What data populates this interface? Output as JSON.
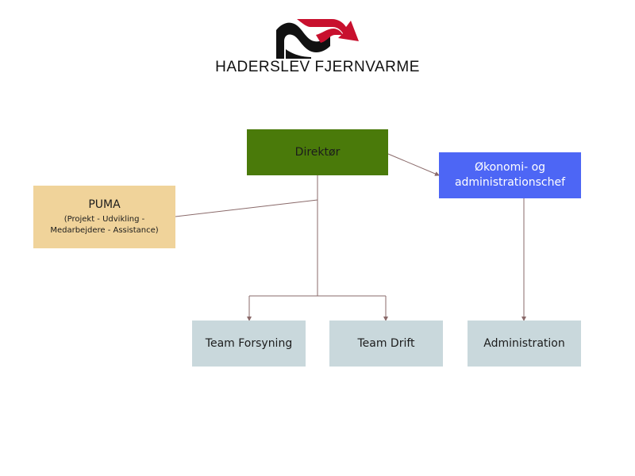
{
  "logo": {
    "text": "HADERSLEV FJERNVARME",
    "colors": {
      "dark": "#111111",
      "red": "#c8102e"
    }
  },
  "nodes": {
    "director": {
      "label": "Direktør",
      "color": "#4a7a0a"
    },
    "finance": {
      "label": "Økonomi- og administrationschef",
      "color": "#4d66f5"
    },
    "puma": {
      "label": "PUMA",
      "sublabel": "(Projekt - Udvikling - Medarbejdere - Assistance)",
      "color": "#f0d39a"
    },
    "team_forsyning": {
      "label": "Team Forsyning",
      "color": "#c9d8dc"
    },
    "team_drift": {
      "label": "Team Drift",
      "color": "#c9d8dc"
    },
    "administration": {
      "label": "Administration",
      "color": "#c9d8dc"
    }
  },
  "connector_color": "#8a6a6a"
}
